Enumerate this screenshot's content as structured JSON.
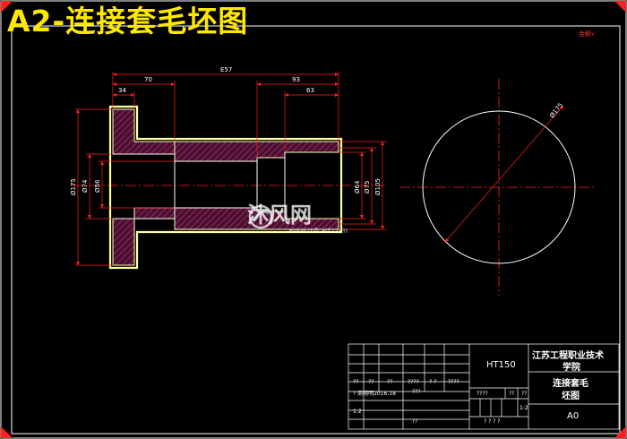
{
  "title": "A2-连接套毛坯图",
  "corner_mark": "金额√",
  "watermark": {
    "brand": "沐风网",
    "url": "www.mfcad.com"
  },
  "dimensions": {
    "total_length": "E57",
    "left_offset": "70",
    "flange_thickness": "34",
    "right_bore_a": "93",
    "right_bore_b": "63",
    "dia_flange": "Ø175",
    "dia_74": "Ø74",
    "dia_56": "Ø56",
    "dia_64": "Ø64",
    "dia_75": "Ø75",
    "dia_105": "Ø105",
    "circle_dia": "Ø175"
  },
  "title_block": {
    "material": "HT150",
    "school_line1": "江苏工程职业技术",
    "school_line2": "学院",
    "part_line1": "连接套毛",
    "part_line2": "坯图",
    "sheet_size": "A0",
    "row1_c1": "??",
    "row1_c2": "??",
    "row1_c3": "??",
    "row1_c4": "????",
    "row1_c5": "? ?",
    "row1_c6": "????",
    "row2_designer": "? 周翔明2016.18",
    "row2_c2": "???",
    "stage_marks": "????",
    "scale_c1": "??",
    "scale_c2": "??",
    "row_12a": "1:2",
    "row_12b": "1:2",
    "bottom_marks": "??",
    "sheet_count": "? ? ? ?"
  }
}
